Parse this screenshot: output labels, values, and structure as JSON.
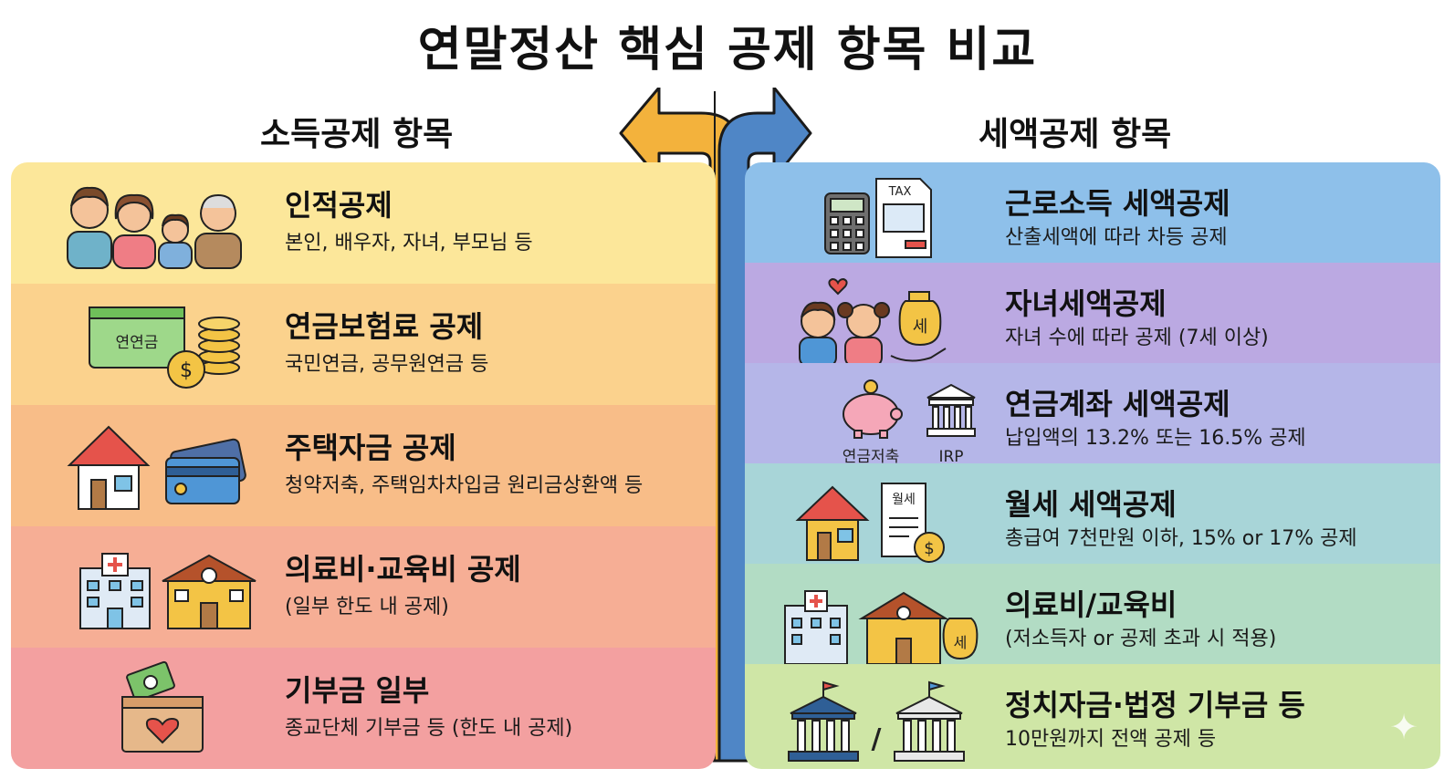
{
  "title": "연말정산 핵심 공제 항목 비교",
  "left": {
    "heading": "소득공제 항목",
    "rows": [
      {
        "title": "인적공제",
        "desc": "본인, 배우자, 자녀, 부모님 등",
        "color": "#fce79a"
      },
      {
        "title": "연금보험료 공제",
        "desc": "국민연금, 공무원연금 등",
        "color": "#fbd28d",
        "icon_text": "연연금"
      },
      {
        "title": "주택자금 공제",
        "desc": "청약저축, 주택임차차입금 원리금상환액 등",
        "color": "#f8bd88"
      },
      {
        "title": "의료비·교육비 공제",
        "desc": "(일부 한도 내 공제)",
        "color": "#f6ae95"
      },
      {
        "title": "기부금 일부",
        "desc": "종교단체 기부금 등 (한도 내 공제)",
        "color": "#f3a0a0"
      }
    ]
  },
  "right": {
    "heading": "세액공제 항목",
    "rows": [
      {
        "title": "근로소득 세액공제",
        "desc": "산출세액에 따라 차등 공제",
        "color": "#8ec0ea",
        "icon_text": "TAX"
      },
      {
        "title": "자녀세액공제",
        "desc": "자녀 수에 따라 공제 (7세 이상)",
        "color": "#bba9e2",
        "icon_text": "세"
      },
      {
        "title": "연금계좌 세액공제",
        "desc": "납입액의 13.2% 또는 16.5% 공제",
        "color": "#b5b6e8",
        "icon_labels": [
          "연금저축",
          "IRP"
        ]
      },
      {
        "title": "월세 세액공제",
        "desc": "총급여 7천만원 이하, 15% or 17% 공제",
        "color": "#a8d5d8",
        "icon_text": "월세"
      },
      {
        "title": "의료비/교육비",
        "desc": "(저소득자 or 공제 초과 시 적용)",
        "color": "#b2dcc4",
        "icon_text": "세"
      },
      {
        "title": "정치자금·법정 기부금 등",
        "desc": "10만원까지 전액 공제 등",
        "color": "#cfe6a6",
        "icon_text": "/"
      }
    ]
  },
  "colors": {
    "arrow_left": "#f3b23c",
    "arrow_right": "#4f86c6"
  }
}
